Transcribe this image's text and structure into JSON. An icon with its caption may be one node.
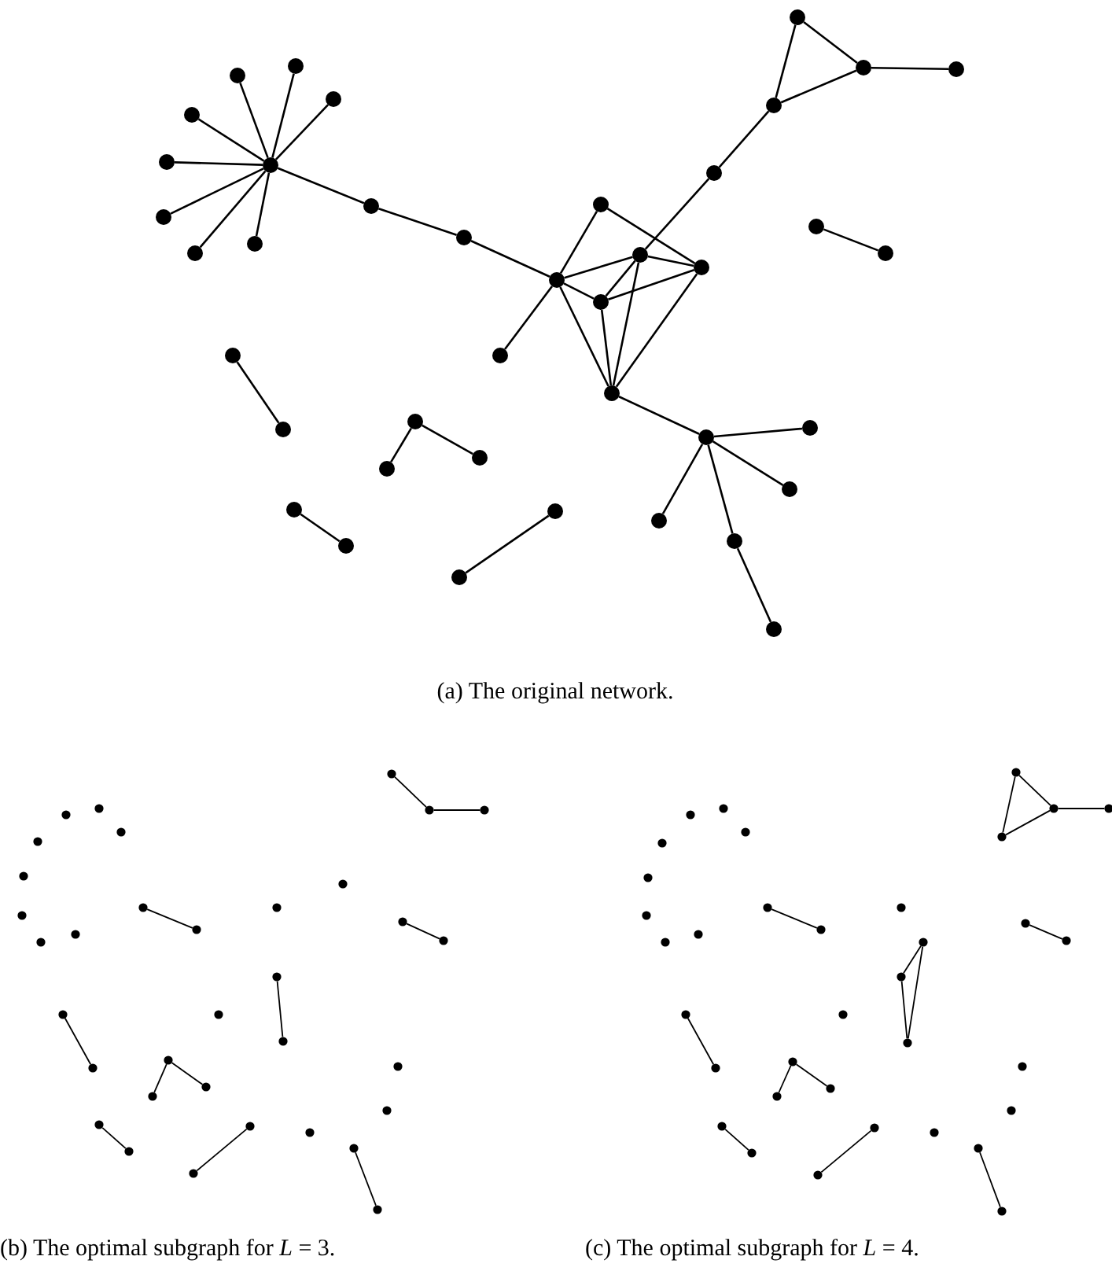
{
  "diagram": {
    "nodes": [
      {
        "text": [],
        "shape": "circle"
      },
      {
        "text": [],
        "shape": "circle"
      },
      {
        "text": [],
        "shape": "circle"
      },
      {
        "text": [],
        "shape": "circle"
      },
      {
        "text": [],
        "shape": "circle"
      },
      {
        "text": [],
        "shape": "circle"
      },
      {
        "text": [],
        "shape": "circle"
      },
      {
        "text": [],
        "shape": "circle"
      },
      {
        "text": [],
        "shape": "circle"
      },
      {
        "text": [],
        "shape": "circle"
      },
      {
        "text": [],
        "shape": "circle"
      },
      {
        "text": [],
        "shape": "circle"
      },
      {
        "text": [],
        "shape": "circle"
      },
      {
        "text": [],
        "shape": "circle"
      },
      {
        "text": [],
        "shape": "circle"
      },
      {
        "text": [],
        "shape": "circle"
      },
      {
        "text": [],
        "shape": "circle"
      },
      {
        "text": [],
        "shape": "circle"
      },
      {
        "text": [],
        "shape": "circle"
      },
      {
        "text": [],
        "shape": "circle"
      },
      {
        "text": [],
        "shape": "circle"
      },
      {
        "text": [],
        "shape": "circle"
      },
      {
        "text": [],
        "shape": "circle"
      },
      {
        "text": [],
        "shape": "circle"
      },
      {
        "text": [],
        "shape": "circle"
      },
      {
        "text": [],
        "shape": "circle"
      },
      {
        "text": [],
        "shape": "circle"
      },
      {
        "text": [],
        "shape": "circle"
      },
      {
        "text": [],
        "shape": "circle"
      },
      {
        "text": [],
        "shape": "circle"
      },
      {
        "text": [],
        "shape": "circle"
      },
      {
        "text": [],
        "shape": "circle"
      },
      {
        "text": [],
        "shape": "circle"
      },
      {
        "text": [],
        "shape": "circle"
      },
      {
        "text": [],
        "shape": "circle"
      },
      {
        "text": [],
        "shape": "circle"
      },
      {
        "text": [],
        "shape": "circle"
      },
      {
        "text": [],
        "shape": "circle"
      },
      {
        "text": [],
        "shape": "circle"
      },
      {
        "text": [],
        "shape": "circle"
      },
      {
        "text": [],
        "shape": "circle"
      },
      {
        "text": [],
        "shape": "circle"
      },
      {
        "text": [],
        "shape": "circle"
      },
      {
        "text": [],
        "shape": "circle"
      },
      {
        "text": [],
        "shape": "circle"
      },
      {
        "text": [],
        "shape": "circle"
      },
      {
        "text": [],
        "shape": "circle"
      },
      {
        "text": [],
        "shape": "circle"
      },
      {
        "text": [],
        "shape": "circle"
      },
      {
        "text": [],
        "shape": "circle"
      },
      {
        "text": [],
        "shape": "circle"
      },
      {
        "text": [],
        "shape": "circle"
      },
      {
        "text": [],
        "shape": "circle"
      },
      {
        "text": [],
        "shape": "circle"
      },
      {
        "text": [],
        "shape": "circle"
      },
      {
        "text": [],
        "shape": "circle"
      },
      {
        "text": [],
        "shape": "circle"
      },
      {
        "text": [],
        "shape": "circle"
      },
      {
        "text": [],
        "shape": "circle"
      },
      {
        "text": [],
        "shape": "circle"
      },
      {
        "text": [],
        "shape": "circle"
      },
      {
        "text": [],
        "shape": "circle"
      },
      {
        "text": [],
        "shape": "circle"
      },
      {
        "text": [],
        "shape": "circle"
      },
      {
        "text": [],
        "shape": "circle"
      },
      {
        "text": [],
        "shape": "circle"
      },
      {
        "text": [],
        "shape": "circle"
      },
      {
        "text": [],
        "shape": "circle"
      },
      {
        "text": [],
        "shape": "circle"
      },
      {
        "text": [],
        "shape": "circle"
      },
      {
        "text": [],
        "shape": "circle"
      },
      {
        "text": [],
        "shape": "circle"
      },
      {
        "text": [],
        "shape": "circle"
      },
      {
        "text": [],
        "shape": "circle"
      },
      {
        "text": [],
        "shape": "circle"
      },
      {
        "text": [],
        "shape": "circle"
      },
      {
        "text": [],
        "shape": "circle"
      },
      {
        "text": [],
        "shape": "circle"
      },
      {
        "text": [],
        "shape": "circle"
      },
      {
        "text": [],
        "shape": "circle"
      },
      {
        "text": [],
        "shape": "circle"
      },
      {
        "text": [],
        "shape": "circle"
      },
      {
        "text": [],
        "shape": "circle"
      },
      {
        "text": [],
        "shape": "circle"
      },
      {
        "text": [],
        "shape": "circle"
      },
      {
        "text": [],
        "shape": "circle"
      },
      {
        "text": [],
        "shape": "circle"
      },
      {
        "text": [],
        "shape": "circle"
      },
      {
        "text": [],
        "shape": "circle"
      },
      {
        "text": [],
        "shape": "circle"
      },
      {
        "text": [],
        "shape": "circle"
      },
      {
        "text": [],
        "shape": "circle"
      },
      {
        "text": [],
        "shape": "circle"
      },
      {
        "text": [],
        "shape": "circle"
      },
      {
        "text": [],
        "shape": "circle"
      },
      {
        "text": [],
        "shape": "circle"
      },
      {
        "text": [],
        "shape": "circle"
      },
      {
        "text": [],
        "shape": "circle"
      },
      {
        "text": [],
        "shape": "circle"
      },
      {
        "text": [],
        "shape": "circle"
      },
      {
        "text": [],
        "shape": "circle"
      },
      {
        "text": [],
        "shape": "circle"
      },
      {
        "text": [],
        "shape": "circle"
      },
      {
        "text": [],
        "shape": "circle"
      },
      {
        "text": [],
        "shape": "circle"
      },
      {
        "text": [],
        "shape": "circle"
      },
      {
        "text": [],
        "shape": "circle"
      },
      {
        "text": [],
        "shape": "circle"
      },
      {
        "text": [],
        "shape": "circle"
      }
    ],
    "edges": [
      {
        "from": 7,
        "to": 0,
        "arrow": "none"
      },
      {
        "from": 7,
        "to": 1,
        "arrow": "none"
      },
      {
        "from": 7,
        "to": 2,
        "arrow": "none"
      },
      {
        "from": 7,
        "to": 3,
        "arrow": "none"
      },
      {
        "from": 7,
        "to": 5,
        "arrow": "none"
      },
      {
        "from": 7,
        "to": 6,
        "arrow": "none"
      },
      {
        "from": 7,
        "to": 10,
        "arrow": "none"
      },
      {
        "from": 7,
        "to": 11,
        "arrow": "none"
      },
      {
        "from": 7,
        "to": 13,
        "arrow": "none"
      },
      {
        "from": 13,
        "to": 17,
        "arrow": "none"
      },
      {
        "from": 17,
        "to": 21,
        "arrow": "none"
      },
      {
        "from": 21,
        "to": 19,
        "arrow": "none"
      },
      {
        "from": 21,
        "to": 22,
        "arrow": "none"
      },
      {
        "from": 21,
        "to": 25,
        "arrow": "none"
      },
      {
        "from": 21,
        "to": 23,
        "arrow": "none"
      },
      {
        "from": 21,
        "to": 24,
        "arrow": "none"
      },
      {
        "from": 22,
        "to": 27,
        "arrow": "none"
      },
      {
        "from": 25,
        "to": 23,
        "arrow": "none"
      },
      {
        "from": 25,
        "to": 27,
        "arrow": "none"
      },
      {
        "from": 23,
        "to": 27,
        "arrow": "none"
      },
      {
        "from": 25,
        "to": 24,
        "arrow": "none"
      },
      {
        "from": 23,
        "to": 24,
        "arrow": "none"
      },
      {
        "from": 27,
        "to": 24,
        "arrow": "none"
      },
      {
        "from": 25,
        "to": 29,
        "arrow": "none"
      },
      {
        "from": 29,
        "to": 31,
        "arrow": "none"
      },
      {
        "from": 31,
        "to": 34,
        "arrow": "none"
      },
      {
        "from": 31,
        "to": 37,
        "arrow": "none"
      },
      {
        "from": 34,
        "to": 37,
        "arrow": "none"
      },
      {
        "from": 37,
        "to": 39,
        "arrow": "none"
      },
      {
        "from": 36,
        "to": 38,
        "arrow": "none"
      },
      {
        "from": 24,
        "to": 28,
        "arrow": "none"
      },
      {
        "from": 28,
        "to": 35,
        "arrow": "none"
      },
      {
        "from": 28,
        "to": 33,
        "arrow": "none"
      },
      {
        "from": 28,
        "to": 26,
        "arrow": "none"
      },
      {
        "from": 28,
        "to": 30,
        "arrow": "none"
      },
      {
        "from": 30,
        "to": 32,
        "arrow": "none"
      },
      {
        "from": 4,
        "to": 8,
        "arrow": "none"
      },
      {
        "from": 15,
        "to": 14,
        "arrow": "none"
      },
      {
        "from": 15,
        "to": 18,
        "arrow": "none"
      },
      {
        "from": 9,
        "to": 12,
        "arrow": "none"
      },
      {
        "from": 20,
        "to": 16,
        "arrow": "none"
      },
      {
        "from": 68,
        "to": 71,
        "arrow": "none"
      },
      {
        "from": 71,
        "to": 73,
        "arrow": "none"
      },
      {
        "from": 52,
        "to": 56,
        "arrow": "none"
      },
      {
        "from": 70,
        "to": 72,
        "arrow": "none"
      },
      {
        "from": 61,
        "to": 62,
        "arrow": "none"
      },
      {
        "from": 44,
        "to": 47,
        "arrow": "none"
      },
      {
        "from": 54,
        "to": 53,
        "arrow": "none"
      },
      {
        "from": 54,
        "to": 57,
        "arrow": "none"
      },
      {
        "from": 49,
        "to": 51,
        "arrow": "none"
      },
      {
        "from": 59,
        "to": 55,
        "arrow": "none"
      },
      {
        "from": 65,
        "to": 66,
        "arrow": "none"
      },
      {
        "from": 103,
        "to": 106,
        "arrow": "none"
      },
      {
        "from": 103,
        "to": 100,
        "arrow": "none"
      },
      {
        "from": 100,
        "to": 106,
        "arrow": "none"
      },
      {
        "from": 106,
        "to": 108,
        "arrow": "none"
      },
      {
        "from": 86,
        "to": 90,
        "arrow": "none"
      },
      {
        "from": 97,
        "to": 95,
        "arrow": "none"
      },
      {
        "from": 97,
        "to": 96,
        "arrow": "none"
      },
      {
        "from": 95,
        "to": 96,
        "arrow": "none"
      },
      {
        "from": 105,
        "to": 107,
        "arrow": "none"
      },
      {
        "from": 78,
        "to": 81,
        "arrow": "none"
      },
      {
        "from": 88,
        "to": 87,
        "arrow": "none"
      },
      {
        "from": 88,
        "to": 91,
        "arrow": "none"
      },
      {
        "from": 82,
        "to": 85,
        "arrow": "none"
      },
      {
        "from": 93,
        "to": 89,
        "arrow": "none"
      },
      {
        "from": 99,
        "to": 101,
        "arrow": "none"
      }
    ],
    "labels": [
      "(a) The original network.",
      "(b) The optimal subgraph for *L* = 3.",
      "(c) The optimal subgraph for *L* = 4."
    ]
  }
}
